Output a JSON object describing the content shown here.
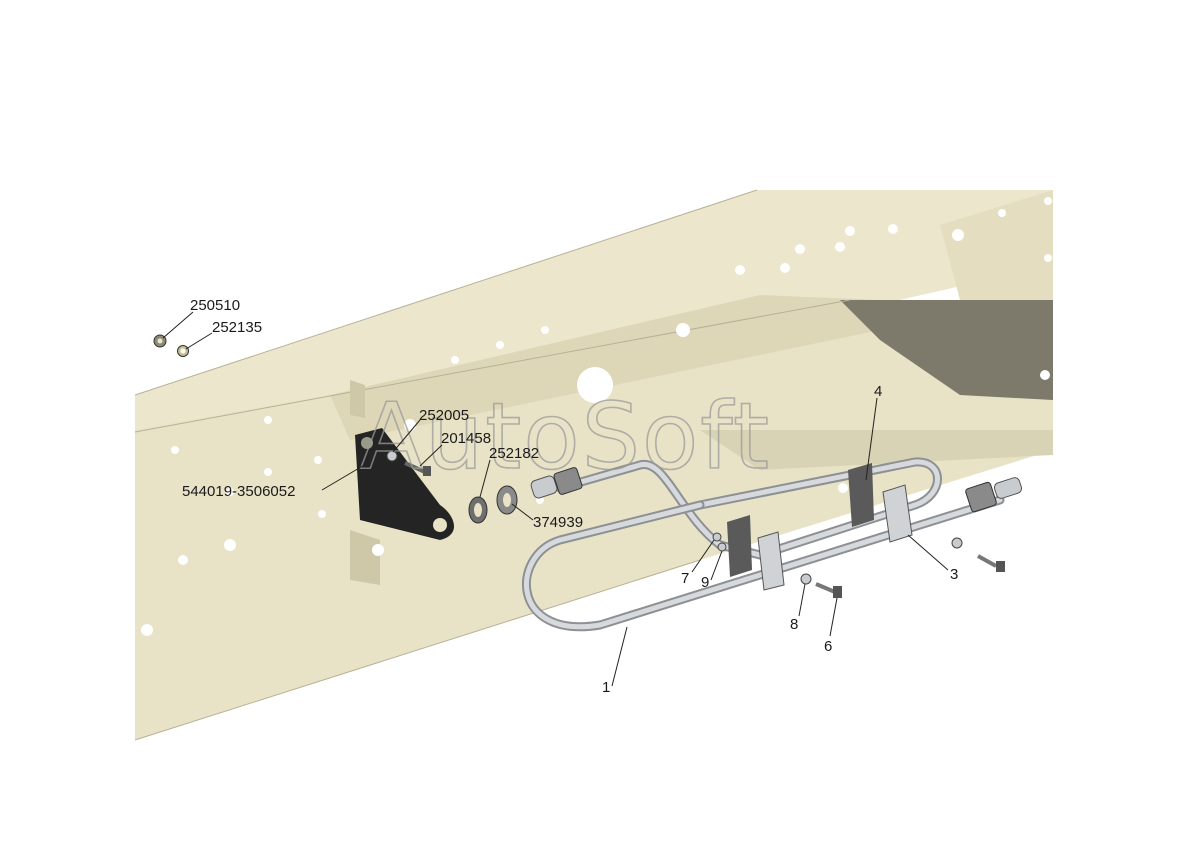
{
  "watermark": "AutoSoft",
  "colors": {
    "frame": "#ece6cc",
    "frame_shade": "#d6cfb0",
    "frame_dark": "#8e8a78",
    "hole": "#ffffff",
    "tube": "#c9cccf",
    "bracket": "#242424"
  },
  "callouts": {
    "c250510": "250510",
    "c252135": "252135",
    "c252005": "252005",
    "c201458": "201458",
    "c252182": "252182",
    "c544019": "544019-3506052",
    "c374939": "374939",
    "c4": "4",
    "c3": "3",
    "c7": "7",
    "c9": "9",
    "c8": "8",
    "c6": "6",
    "c1": "1"
  }
}
